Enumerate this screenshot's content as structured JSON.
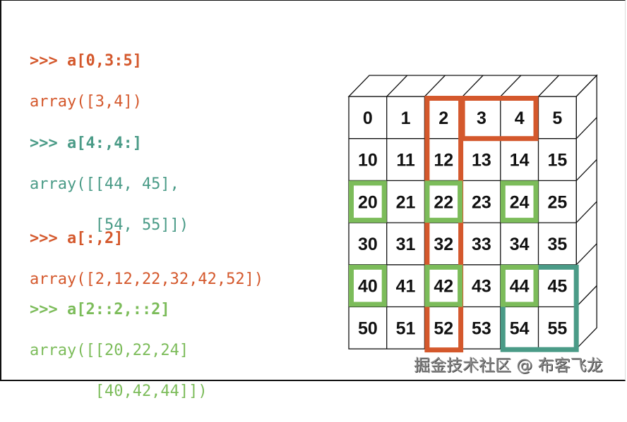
{
  "colors": {
    "orange": "#d4582c",
    "teal": "#4a9b87",
    "green": "#7cbc5a",
    "grid_line": "#111111"
  },
  "code_blocks": [
    {
      "color": "orange",
      "prompt": ">>> a[0,3:5]",
      "output_lines": [
        "array([3,4])"
      ]
    },
    {
      "color": "teal",
      "prompt": ">>> a[4:,4:]",
      "output_lines": [
        "array([[44, 45],",
        "       [54, 55]])"
      ]
    },
    {
      "color": "orange",
      "prompt": ">>> a[:,2]",
      "output_lines": [
        "array([2,12,22,32,42,52])"
      ]
    },
    {
      "color": "green",
      "prompt": ">>> a[2::2,::2]",
      "output_lines": [
        "array([[20,22,24]",
        "       [40,42,44]])"
      ]
    }
  ],
  "grid": {
    "rows": [
      [
        "0",
        "1",
        "2",
        "3",
        "4",
        "5"
      ],
      [
        "10",
        "11",
        "12",
        "13",
        "14",
        "15"
      ],
      [
        "20",
        "21",
        "22",
        "23",
        "24",
        "25"
      ],
      [
        "30",
        "31",
        "32",
        "33",
        "34",
        "35"
      ],
      [
        "40",
        "41",
        "42",
        "43",
        "44",
        "45"
      ],
      [
        "50",
        "51",
        "52",
        "53",
        "54",
        "55"
      ]
    ],
    "highlights": [
      {
        "slice": "a[0,3:5]",
        "color": "orange",
        "cells": [
          [
            0,
            3
          ],
          [
            0,
            4
          ]
        ]
      },
      {
        "slice": "a[:,2]",
        "color": "orange",
        "cells": [
          [
            0,
            2
          ],
          [
            1,
            2
          ],
          [
            2,
            2
          ],
          [
            3,
            2
          ],
          [
            4,
            2
          ],
          [
            5,
            2
          ]
        ]
      },
      {
        "slice": "a[4:,4:]",
        "color": "teal",
        "cells": [
          [
            4,
            4
          ],
          [
            4,
            5
          ],
          [
            5,
            4
          ],
          [
            5,
            5
          ]
        ]
      },
      {
        "slice": "a[2::2,::2]",
        "color": "green",
        "cells": [
          [
            2,
            0
          ],
          [
            2,
            2
          ],
          [
            2,
            4
          ],
          [
            4,
            0
          ],
          [
            4,
            2
          ],
          [
            4,
            4
          ]
        ]
      }
    ]
  },
  "watermark": "掘金技术社区 @ 布客飞龙"
}
